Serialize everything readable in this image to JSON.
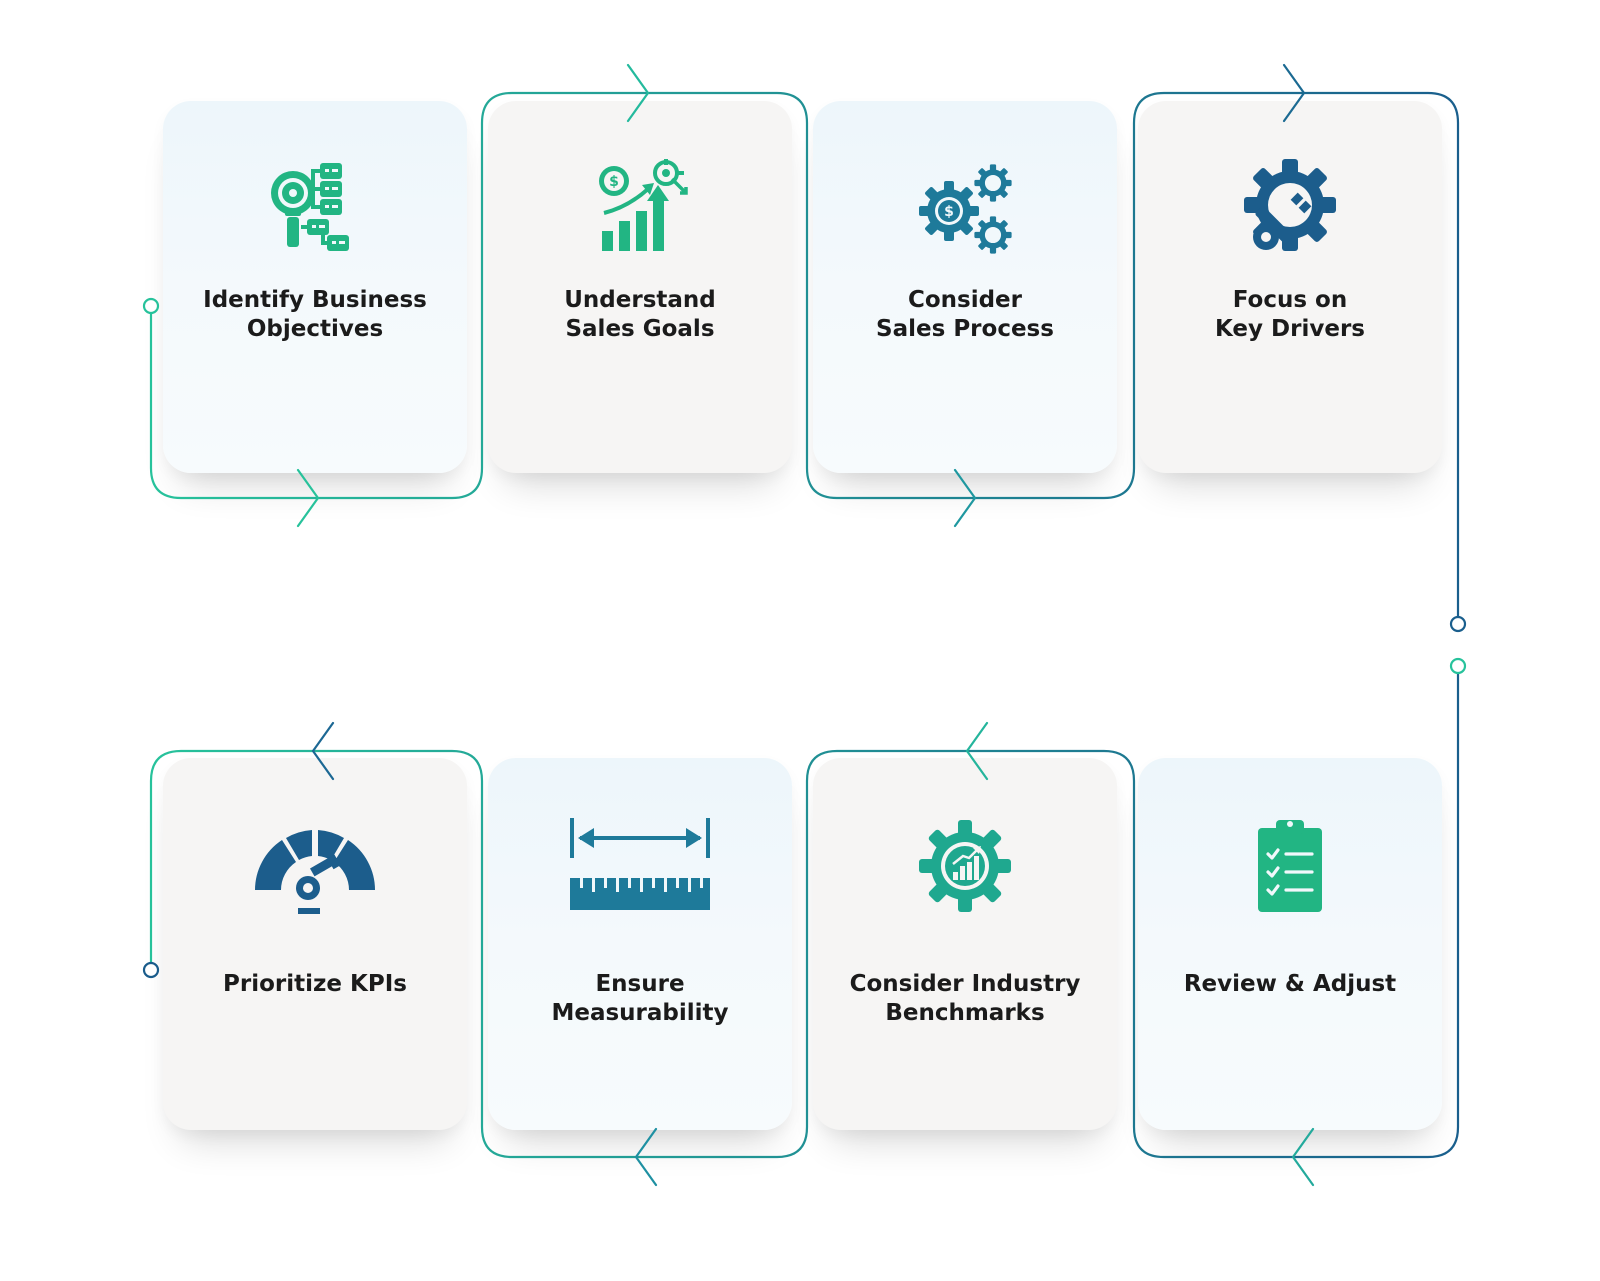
{
  "colors": {
    "teal": "#1fb597",
    "navy": "#1c5d8c",
    "green": "#22b583",
    "text": "#1b1b1b"
  },
  "steps": [
    {
      "label": "Identify Business\nObjectives",
      "icon": "business-objectives-icon"
    },
    {
      "label": "Understand\nSales Goals",
      "icon": "sales-goals-icon"
    },
    {
      "label": "Consider\nSales Process",
      "icon": "sales-process-gears-icon"
    },
    {
      "label": "Focus on\nKey Drivers",
      "icon": "key-drivers-gear-icon"
    },
    {
      "label": "Prioritize KPIs",
      "icon": "speedometer-key-icon"
    },
    {
      "label": "Ensure\nMeasurability",
      "icon": "ruler-measure-icon"
    },
    {
      "label": "Consider Industry\nBenchmarks",
      "icon": "gear-chart-icon"
    },
    {
      "label": "Review & Adjust",
      "icon": "clipboard-checklist-icon"
    }
  ]
}
